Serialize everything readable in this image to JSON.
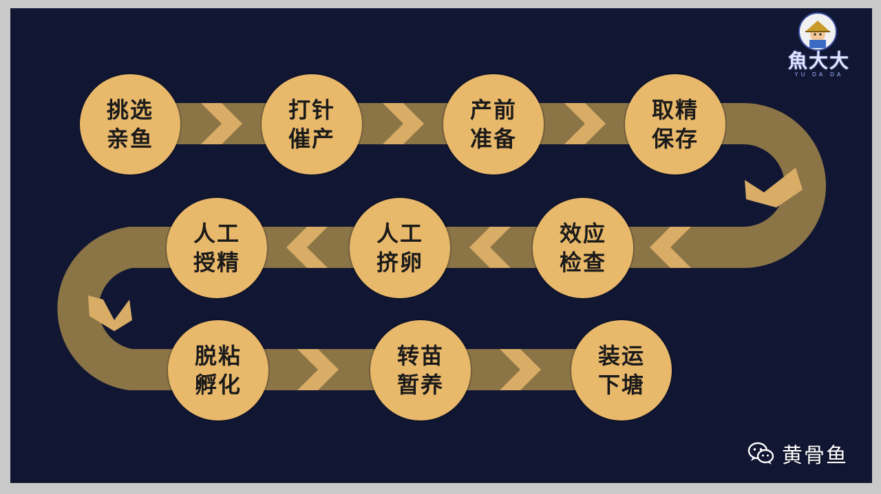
{
  "steps": [
    {
      "line1": "挑选",
      "line2": "亲鱼"
    },
    {
      "line1": "打针",
      "line2": "催产"
    },
    {
      "line1": "产前",
      "line2": "准备"
    },
    {
      "line1": "取精",
      "line2": "保存"
    },
    {
      "line1": "效应",
      "line2": "检查"
    },
    {
      "line1": "人工",
      "line2": "挤卵"
    },
    {
      "line1": "人工",
      "line2": "授精"
    },
    {
      "line1": "脱粘",
      "line2": "孵化"
    },
    {
      "line1": "转苗",
      "line2": "暂养"
    },
    {
      "line1": "装运",
      "line2": "下塘"
    }
  ],
  "logo": {
    "text": "魚大大",
    "sub": "YU DA DA",
    "icon": "fisherman-hat-icon"
  },
  "watermark": {
    "label": "黄骨鱼",
    "icon": "wechat-icon"
  },
  "colors": {
    "background": "#111733",
    "band": "#8b7446",
    "circle": "#e8b86b",
    "chevron": "#d9ad66"
  }
}
